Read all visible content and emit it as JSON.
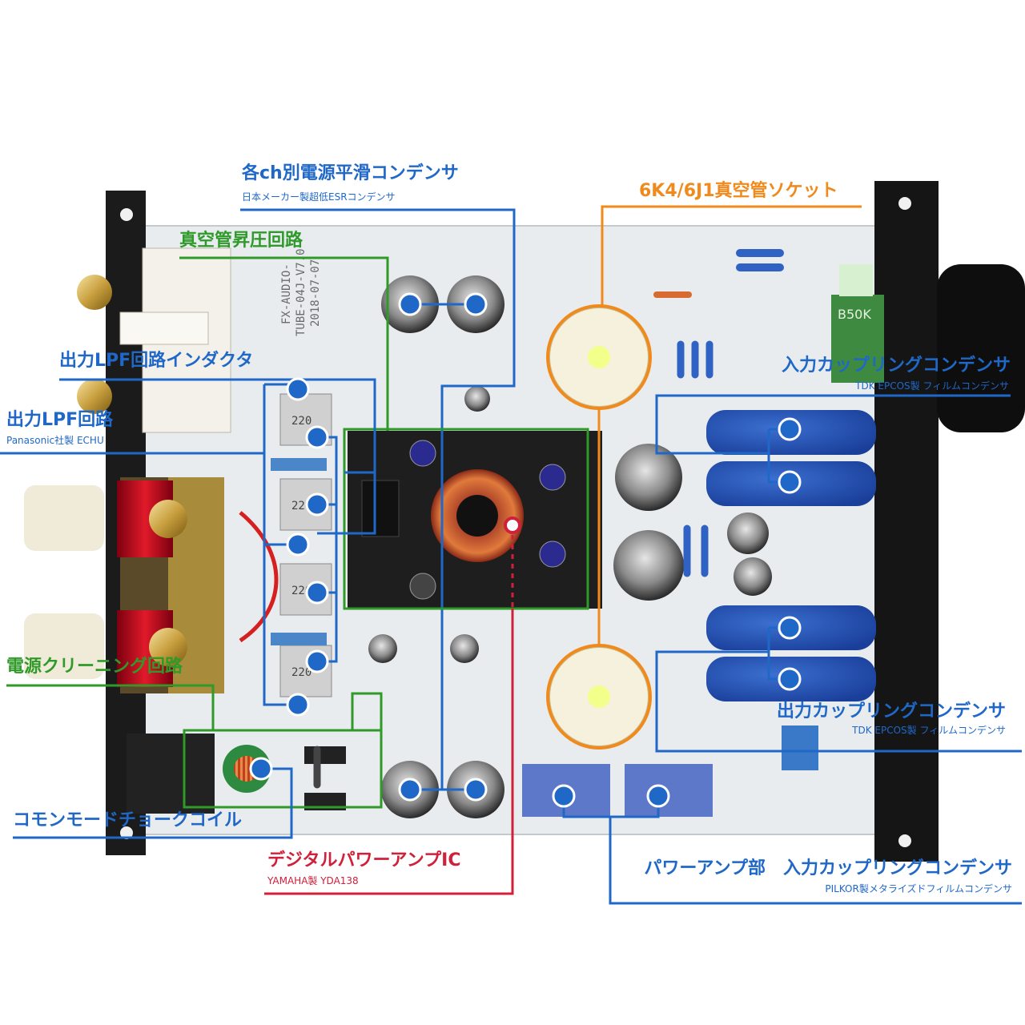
{
  "callouts": {
    "smoothing_caps": {
      "title": "各ch別電源平滑コンデンサ",
      "subtitle": "日本メーカー製超低ESRコンデンサ"
    },
    "tube_socket": {
      "title": "6K4/6J1真空管ソケット"
    },
    "boost_circuit": {
      "title": "真空管昇圧回路"
    },
    "lpf_inductor": {
      "title": "出力LPF回路インダクタ"
    },
    "lpf_circuit": {
      "title": "出力LPF回路",
      "subtitle": "Panasonic社製 ECHU"
    },
    "input_coupling": {
      "title": "入力カップリングコンデンサ",
      "subtitle": "TDK EPCOS製 フィルムコンデンサ"
    },
    "power_cleaning": {
      "title": "電源クリーニング回路"
    },
    "output_coupling": {
      "title": "出力カップリングコンデンサ",
      "subtitle": "TDK EPCOS製 フィルムコンデンサ"
    },
    "choke_coil": {
      "title": "コモンモードチョークコイル"
    },
    "amp_ic": {
      "title": "デジタルパワーアンプIC",
      "subtitle": "YAMAHA製 YDA138"
    },
    "power_amp_caps": {
      "title": "パワーアンプ部　入力カップリングコンデンサ",
      "subtitle": "PILKOR製メタライズドフィルムコンデンサ"
    }
  },
  "pcb_text": {
    "brand_line1": "FX-AUDIO-",
    "brand_line2": "TUBE-04J-V7.0",
    "brand_line3": "2018-07-07",
    "pot_label": "B50K",
    "inductor_marks": [
      "220",
      "220",
      "220",
      "220"
    ]
  },
  "colors": {
    "blue": "#1f68c8",
    "green": "#2f9a2a",
    "orange": "#f08a1c",
    "red": "#d0203a",
    "board": "#e8ecef",
    "chassis": "#1b1b1b"
  }
}
